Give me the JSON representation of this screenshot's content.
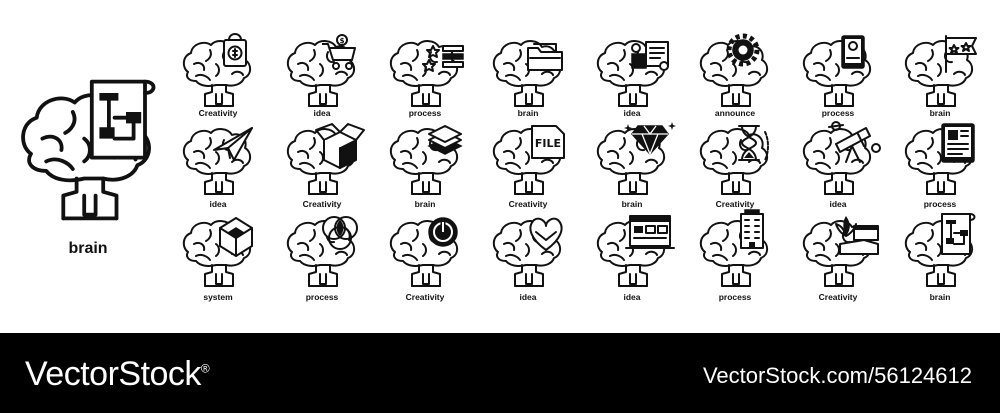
{
  "hero": {
    "label": "brain",
    "emblem": "flowchart-scroll-icon"
  },
  "icons": [
    {
      "label": "Creativity",
      "emblem": "money-bag-icon"
    },
    {
      "label": "idea",
      "emblem": "shopping-cart-icon"
    },
    {
      "label": "process",
      "emblem": "stars-list-icon"
    },
    {
      "label": "brain",
      "emblem": "folder-icon"
    },
    {
      "label": "idea",
      "emblem": "finance-documents-icon"
    },
    {
      "label": "announce",
      "emblem": "gear-icon"
    },
    {
      "label": "process",
      "emblem": "profile-tablet-icon"
    },
    {
      "label": "brain",
      "emblem": "star-flag-icon"
    },
    {
      "label": "idea",
      "emblem": "paper-plane-icon"
    },
    {
      "label": "Creativity",
      "emblem": "open-box-icon"
    },
    {
      "label": "brain",
      "emblem": "layers-icon"
    },
    {
      "label": "Creativity",
      "emblem": "file-icon"
    },
    {
      "label": "brain",
      "emblem": "diamond-icon"
    },
    {
      "label": "Creativity",
      "emblem": "hourglass-icon"
    },
    {
      "label": "idea",
      "emblem": "telescope-icon"
    },
    {
      "label": "process",
      "emblem": "tablet-layout-icon"
    },
    {
      "label": "system",
      "emblem": "cube-icon"
    },
    {
      "label": "process",
      "emblem": "venn-circles-icon"
    },
    {
      "label": "Creativity",
      "emblem": "power-button-icon"
    },
    {
      "label": "idea",
      "emblem": "heart-icon"
    },
    {
      "label": "idea",
      "emblem": "browser-window-icon"
    },
    {
      "label": "process",
      "emblem": "building-icon"
    },
    {
      "label": "Creativity",
      "emblem": "plant-book-icon"
    },
    {
      "label": "brain",
      "emblem": "flowchart-scroll-icon"
    }
  ],
  "footer": {
    "brand": "VectorStock",
    "brand_mark": "®",
    "stock_id": "VectorStock.com/56124612"
  },
  "colors": {
    "ink": "#111111",
    "background": "#ffffff",
    "footer_bg": "#000000",
    "footer_text": "#ffffff"
  }
}
